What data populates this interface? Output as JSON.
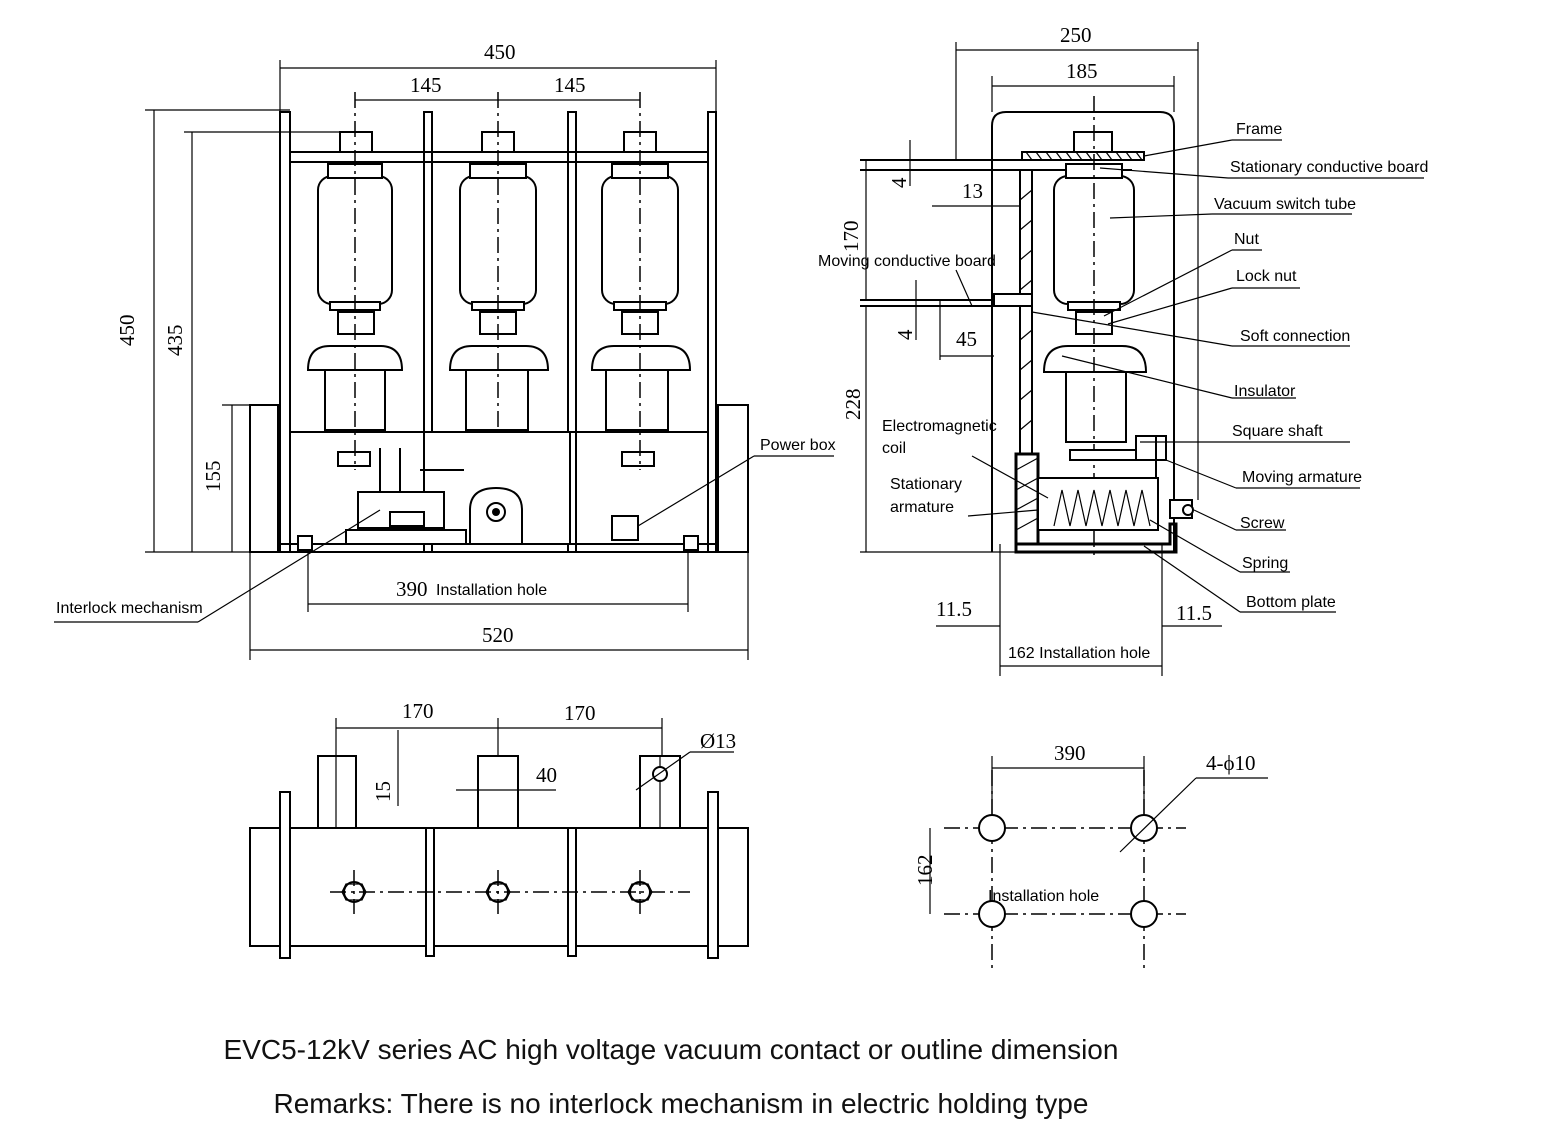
{
  "front_view": {
    "dim_overall_width": "450",
    "dim_pitch_left": "145",
    "dim_pitch_right": "145",
    "dim_height_overall": "450",
    "dim_height_frame": "435",
    "dim_height_box": "155",
    "dim_install_hole": "390",
    "install_hole_label": "Installation hole",
    "dim_base_width": "520",
    "label_power_box": "Power box",
    "label_interlock": "Interlock mechanism"
  },
  "side_view": {
    "dim_width": "250",
    "dim_inner_width": "185",
    "dim_4_top": "4",
    "dim_13": "13",
    "dim_170": "170",
    "dim_4_mid": "4",
    "dim_45": "45",
    "dim_228": "228",
    "dim_11_5_left": "11.5",
    "dim_11_5_right": "11.5",
    "install_hole": "162 Installation hole",
    "label_moving_board": "Moving conductive board",
    "label_em_coil_1": "Electromagnetic",
    "label_em_coil_2": "coil",
    "label_stat_arm_1": "Stationary",
    "label_stat_arm_2": "armature",
    "callouts": [
      "Frame",
      "Stationary conductive board",
      "Vacuum switch tube",
      "Nut",
      "Lock nut",
      "Soft connection",
      "Insulator",
      "Square shaft",
      "Moving armature",
      "Screw",
      "Spring",
      "Bottom plate"
    ]
  },
  "top_view": {
    "dim_170_left": "170",
    "dim_170_right": "170",
    "dim_15": "15",
    "dim_40": "40",
    "dim_hole": "Ø13"
  },
  "hole_plan": {
    "dim_390": "390",
    "dim_holes": "4-ϕ10",
    "dim_162": "162",
    "label": "Installation hole"
  },
  "caption": {
    "title": "EVC5-12kV series AC high voltage vacuum contact or outline dimension",
    "remark": "Remarks: There is no interlock mechanism in electric holding type"
  }
}
